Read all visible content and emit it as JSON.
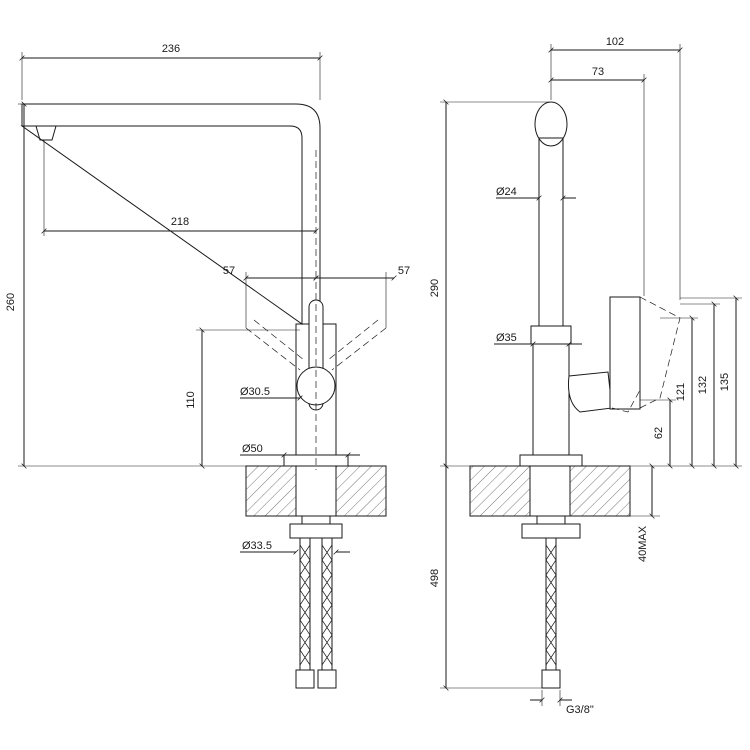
{
  "front_view": {
    "dim_width": "236",
    "dim_reach": "218",
    "dim_height": "260",
    "dim_base_height": "110",
    "dim_left_angle": "57",
    "dim_right_angle": "57",
    "dim_body_dia": "Ø30.5",
    "dim_base_dia": "Ø50",
    "dim_nut_dia": "Ø33.5"
  },
  "side_view": {
    "dim_depth": "102",
    "dim_spout_reach": "73",
    "dim_height": "290",
    "dim_spout_dia": "Ø24",
    "dim_body_dia": "Ø35",
    "dim_handle_62": "62",
    "dim_handle_121": "121",
    "dim_handle_132": "132",
    "dim_handle_135": "135",
    "dim_deck_max": "40MAX",
    "dim_hose_length": "498",
    "dim_thread": "G3/8\""
  },
  "colors": {
    "line": "#1a1a1a",
    "background": "#ffffff"
  }
}
